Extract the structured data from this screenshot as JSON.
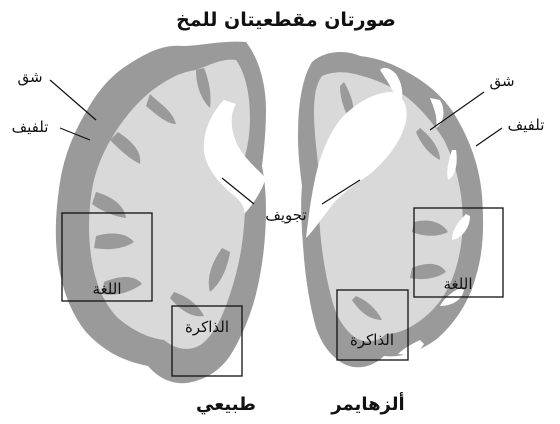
{
  "title": "صورتان مقطعيتان للمخ",
  "normal": {
    "caption": "طبيعي",
    "sulcus": "شق",
    "gyrus": "تلفيف",
    "language": "اللغة",
    "memory": "الذاكرة"
  },
  "alzheimer": {
    "caption": "ألزهايمر",
    "sulcus": "شق",
    "gyrus": "تلفيف",
    "language": "اللغة",
    "memory": "الذاكرة"
  },
  "ventricle": "تجويف",
  "colors": {
    "outer_tissue": "#9a9a9a",
    "inner_tissue": "#d9d9d9",
    "ventricle": "#ffffff",
    "ink": "#111111"
  }
}
